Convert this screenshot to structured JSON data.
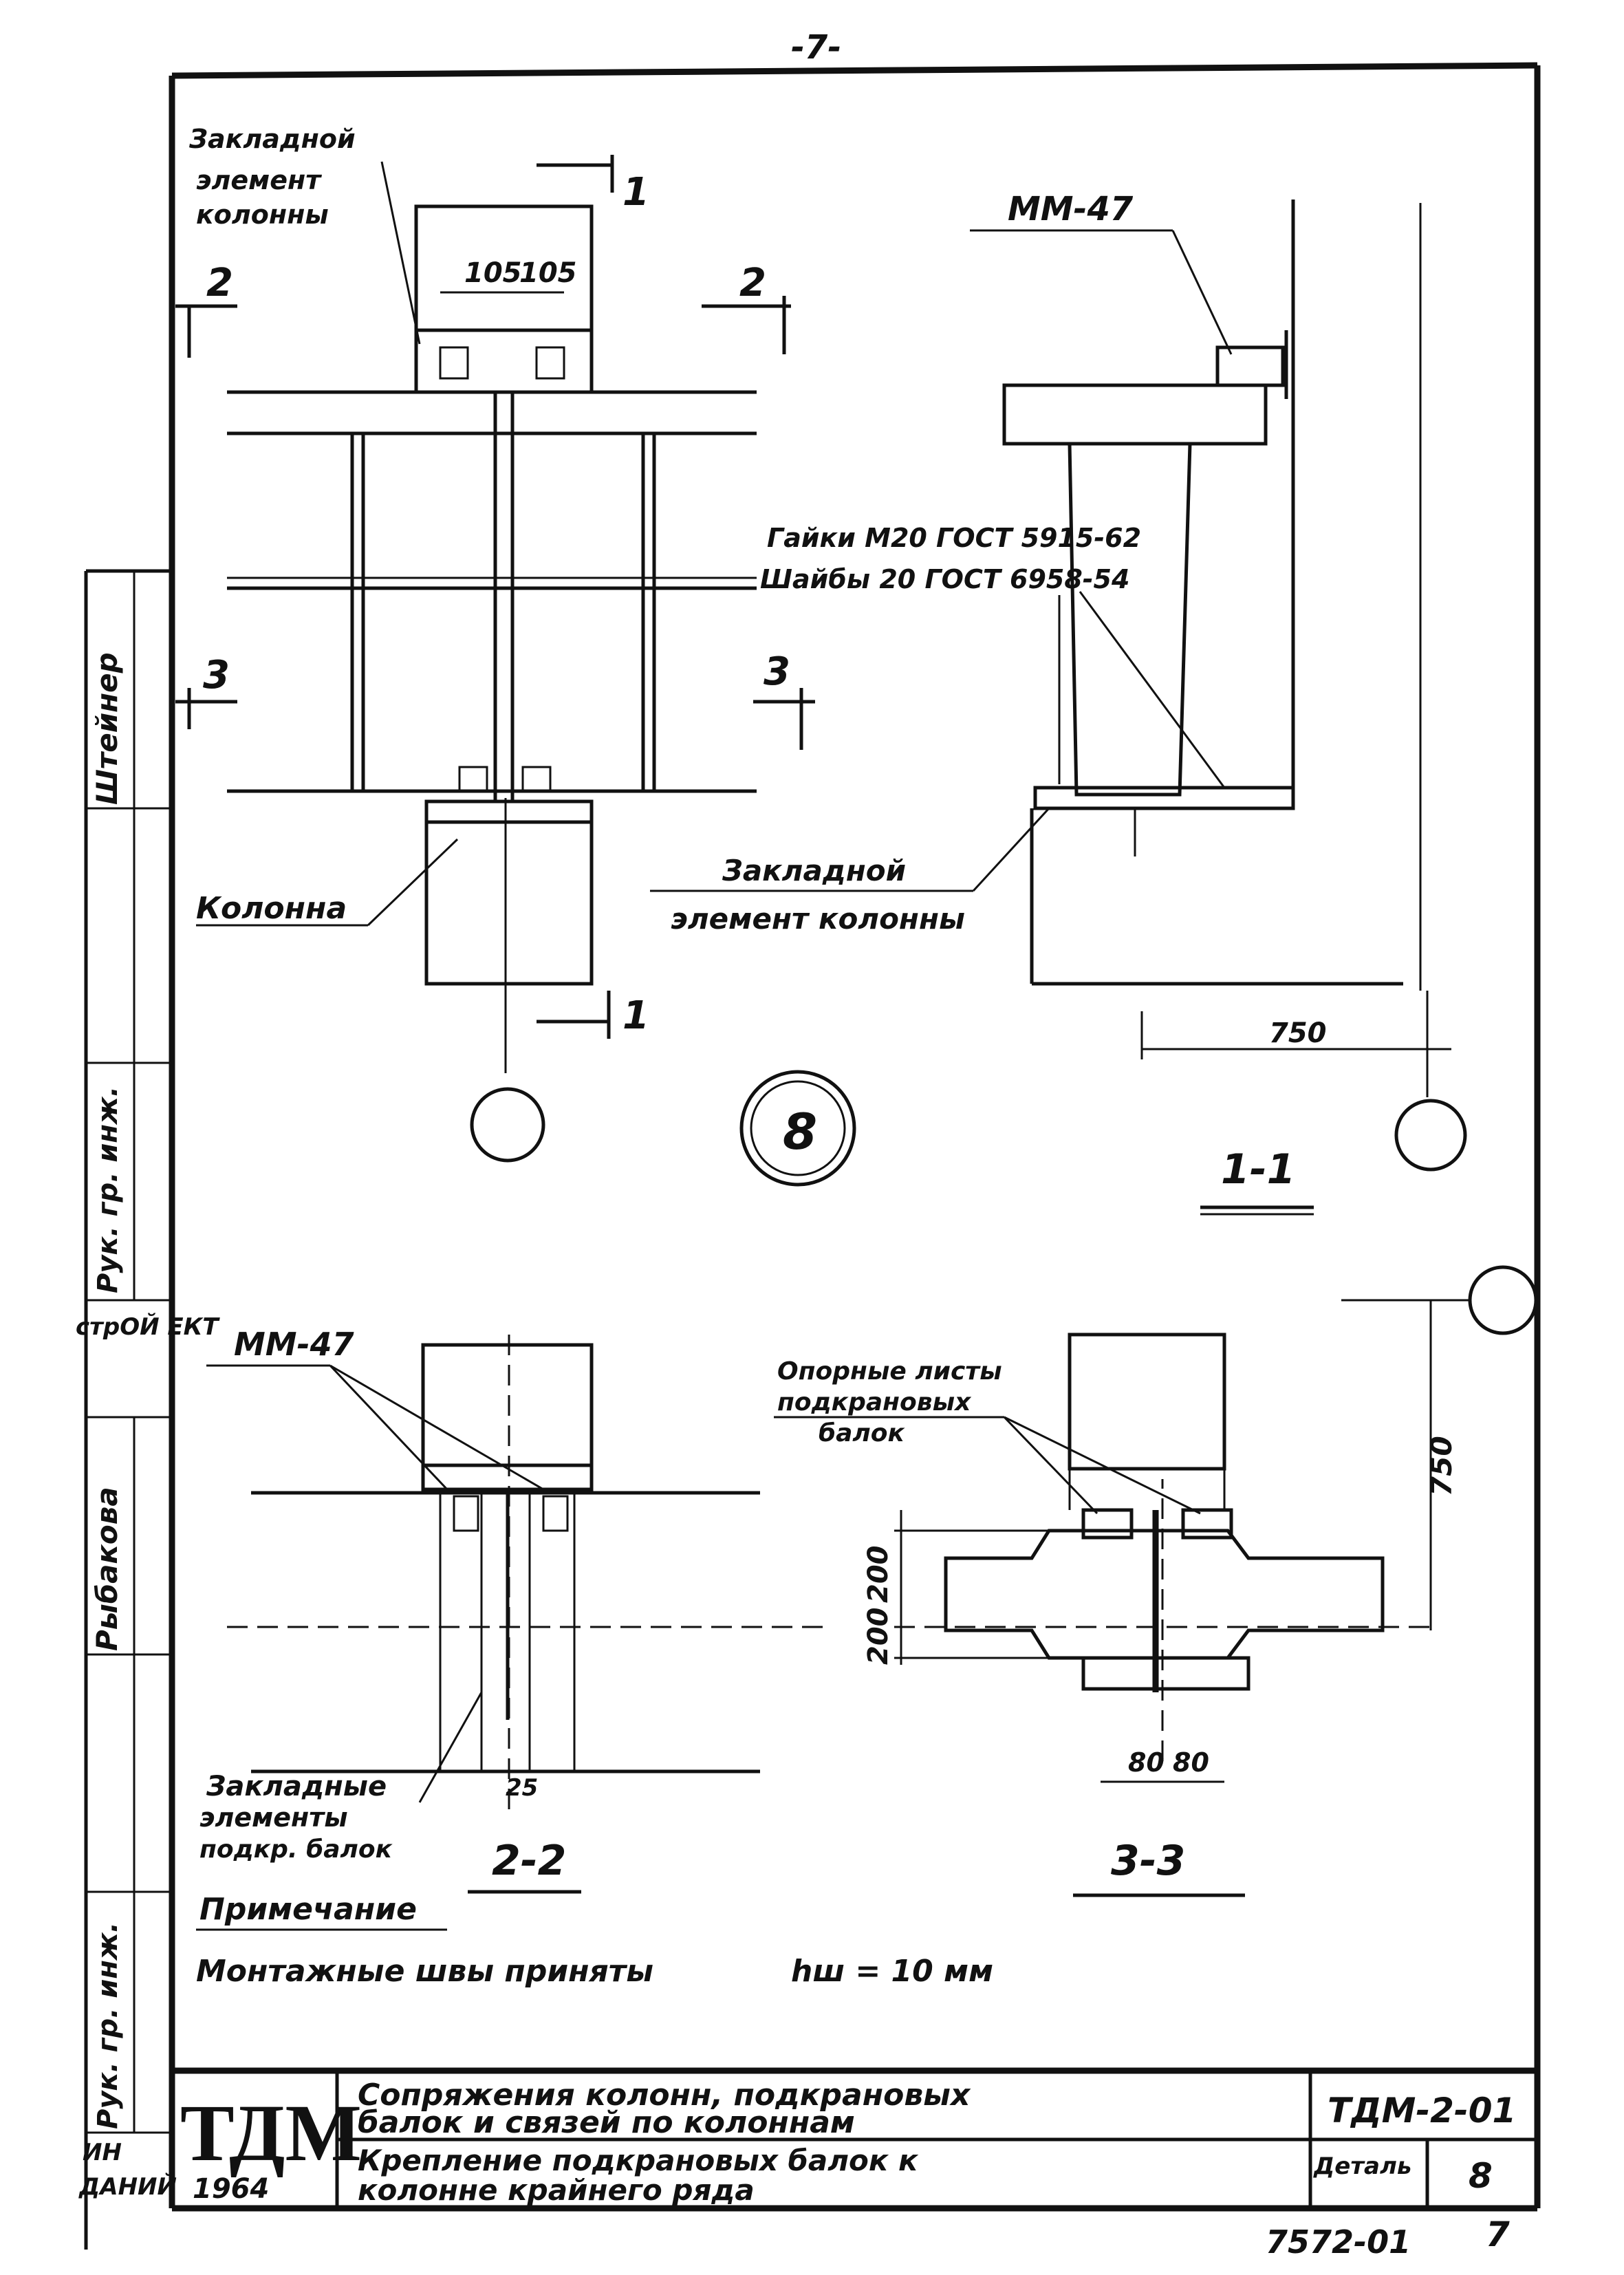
{
  "page_number": "-7-",
  "labels": {
    "embedded_col_top_1": "Закладной",
    "embedded_col_top_2": "элемент",
    "embedded_col_top_3": "колонны",
    "dim_105a": "105",
    "dim_105b": "105",
    "mm47_top": "ММ-47",
    "nuts": "Гайки М20 ГОСТ 5915-62",
    "washers": "Шайбы 20 ГОСТ 6958-54",
    "column": "Колонна",
    "embedded_col_bottom_1": "Закладной",
    "embedded_col_bottom_2": "элемент колонны",
    "dim_750_h": "750",
    "dim_750_v": "750",
    "detail_number": "8",
    "mm47_bottom": "ММ-47",
    "support_sheets_1": "Опорные листы",
    "support_sheets_2": "подкрановых",
    "support_sheets_3": "балок",
    "dim_200a": "200",
    "dim_200b": "200",
    "dim_80a": "80",
    "dim_80b": "80",
    "dim_25": "25",
    "embedded_beams_1": "Закладные",
    "embedded_beams_2": "элементы",
    "embedded_beams_3": "подкр. балок"
  },
  "section_marks": {
    "s1": "1",
    "s2": "2",
    "s3": "3",
    "title_11": "1-1",
    "title_22": "2-2",
    "title_33": "3-3"
  },
  "note": {
    "heading": "Примечание",
    "text": "Монтажные швы приняты",
    "weld": "hш = 10 мм"
  },
  "side_stamp": {
    "name1": "Штейнер",
    "role1": "Рук. гр. инж.",
    "org": "стрОЙ ЕКТ",
    "name2": "Рыбакова",
    "role2": "Рук. гр. инж.",
    "cut1": "ИН",
    "cut2": "ДАНИЙ"
  },
  "title_block": {
    "logo": "ТДМ",
    "year": "1964",
    "title_line1": "Сопряжения колонн, подкрановых",
    "title_line2": "балок и связей по колоннам",
    "subtitle_line1": "Крепление подкрановых балок к",
    "subtitle_line2": "колонне крайнего ряда",
    "code": "ТДМ-2-01",
    "detail_label": "Деталь",
    "detail_value": "8"
  },
  "footer": {
    "inventory": "7572-01",
    "sheet": "7"
  }
}
